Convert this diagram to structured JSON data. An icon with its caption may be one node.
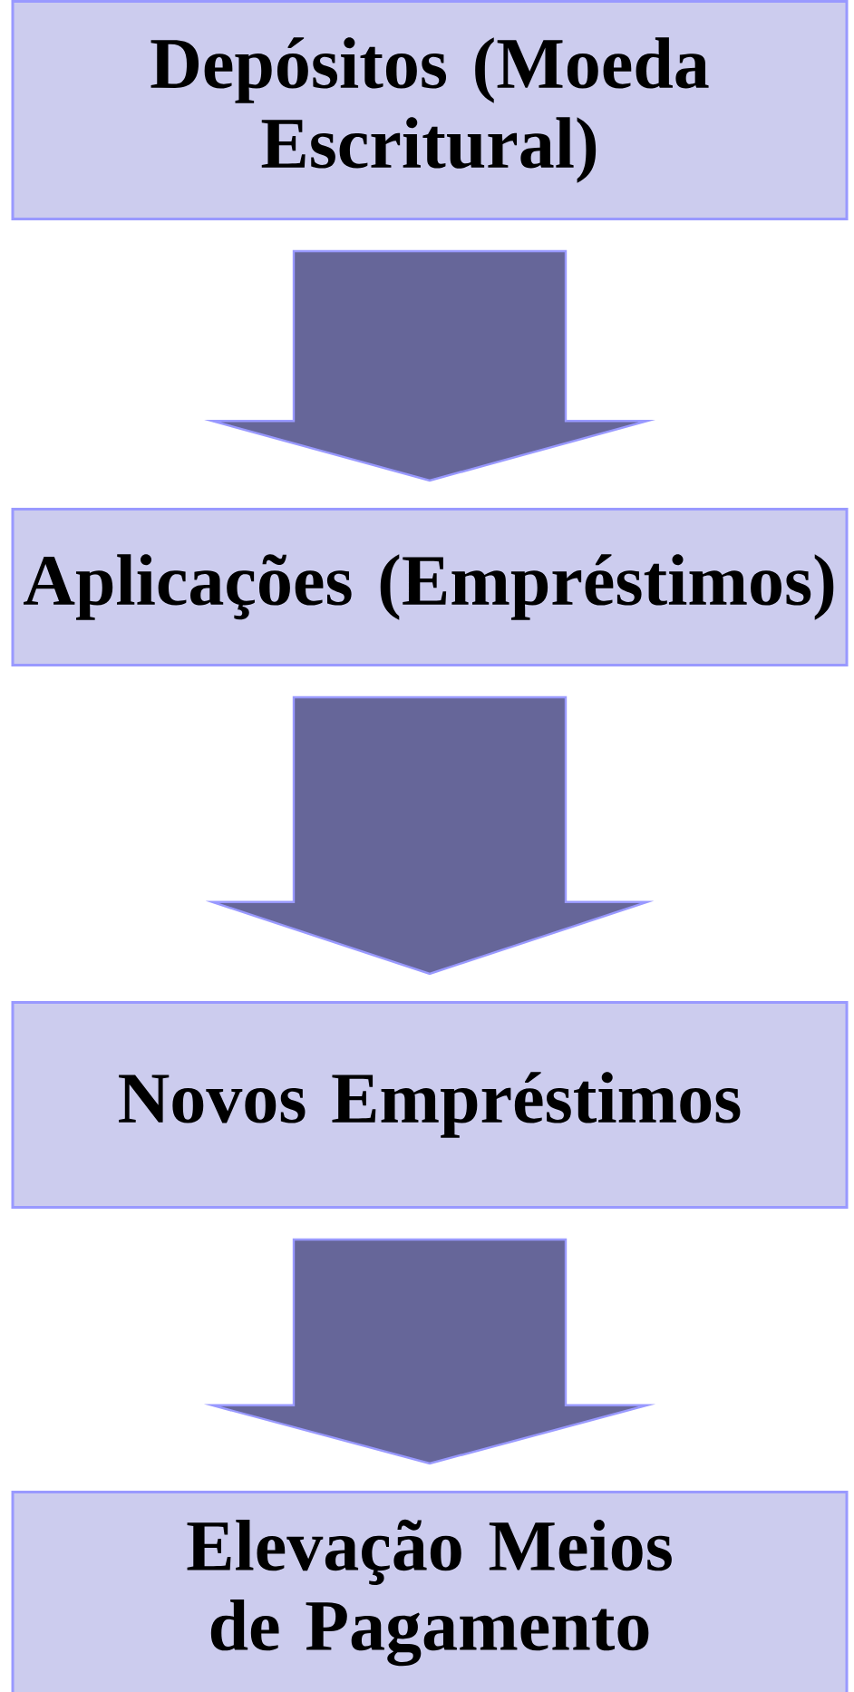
{
  "diagram": {
    "nodes": [
      {
        "text": [
          "Depósitos (Moeda Escritural)"
        ]
      },
      {
        "text": [
          "Aplicações (Empréstimos)"
        ]
      },
      {
        "text": [
          "Novos Empréstimos"
        ]
      },
      {
        "text": [
          "Elevação Meios de Pagamento"
        ]
      }
    ],
    "edges": [
      {
        "from": 0,
        "to": 1,
        "arrow": "to"
      },
      {
        "from": 1,
        "to": 2,
        "arrow": "to"
      },
      {
        "from": 2,
        "to": 3,
        "arrow": "to"
      }
    ]
  }
}
